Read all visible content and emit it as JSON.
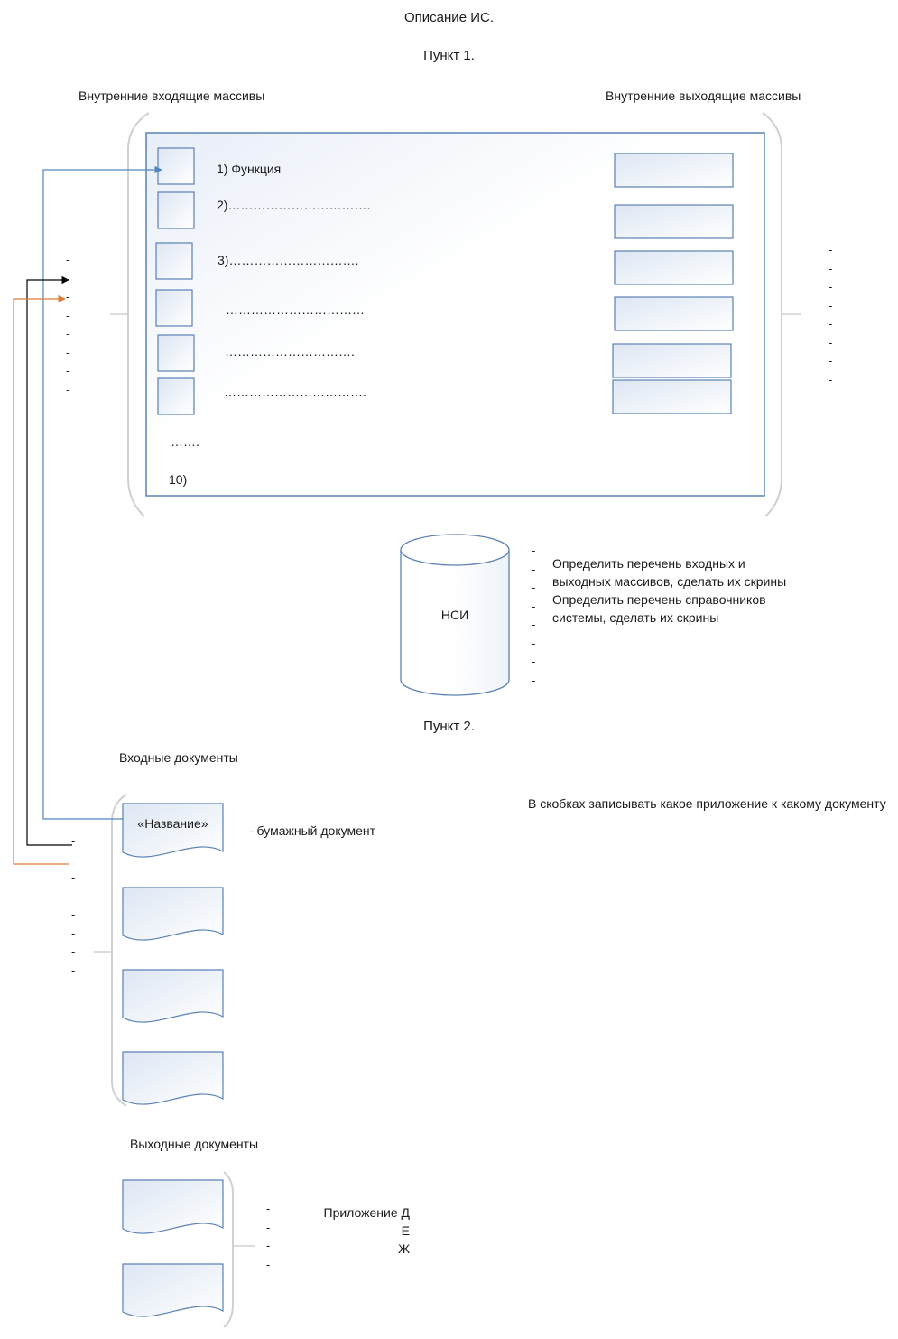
{
  "title": "Описание ИС.",
  "section1": {
    "heading": "Пункт 1.",
    "input_arrays_label": "Внутренние входящие массивы",
    "output_arrays_label": "Внутренние выходящие массивы",
    "functions": [
      "1) Функция",
      "2)…………………………….",
      "3)………………………….",
      "……………………………",
      "………………………….",
      "…………………………….",
      "…….",
      "10)"
    ],
    "nsi_label": "НСИ",
    "instructions": [
      "Определить перечень входных и",
      "выходных массивов, сделать их скрины",
      "Определить перечень справочников",
      "системы, сделать их скрины"
    ],
    "dash": "-"
  },
  "section2": {
    "heading": "Пункт 2.",
    "input_docs_label": "Входные документы",
    "doc_name": "«Название»",
    "paper_doc_label": "- бумажный документ",
    "brackets_note": "В скобках записывать какое приложение к какому документу",
    "output_docs_label": "Выходные документы",
    "appendix": [
      "Приложение Д",
      "Е",
      "Ж"
    ]
  },
  "colors": {
    "box_stroke": "#5b82b5",
    "arrow_blue": "#4f87c0",
    "arrow_orange": "#e07b39",
    "arrow_black": "#000000",
    "brace": "#d0d0d0"
  }
}
